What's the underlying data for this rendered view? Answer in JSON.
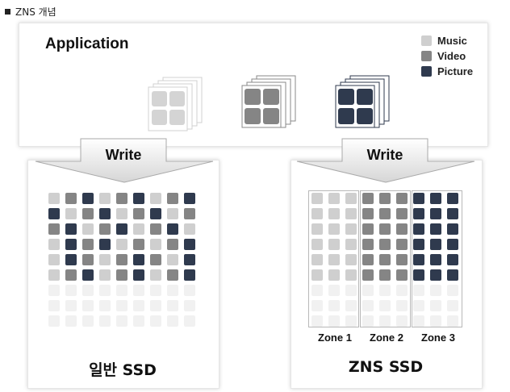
{
  "caption": "ZNS 개념",
  "application": {
    "title": "Application",
    "legend": [
      {
        "label": "Music",
        "color": "#cfcfcf"
      },
      {
        "label": "Video",
        "color": "#858585"
      },
      {
        "label": "Picture",
        "color": "#2f3a4e"
      }
    ]
  },
  "write_labels": [
    "Write",
    "Write"
  ],
  "ssd": {
    "normal_label": "일반 SSD",
    "zns_label": "ZNS SSD",
    "zones": [
      "Zone 1",
      "Zone 2",
      "Zone 3"
    ]
  },
  "colors": {
    "music": "#cfcfcf",
    "video": "#858585",
    "picture": "#2f3a4e",
    "empty": "#f1f1f1"
  },
  "normal_grid": [
    [
      "M",
      "V",
      "P",
      "M",
      "V",
      "P",
      "M",
      "V",
      "P"
    ],
    [
      "P",
      "M",
      "V",
      "P",
      "M",
      "V",
      "P",
      "M",
      "V"
    ],
    [
      "V",
      "P",
      "M",
      "V",
      "P",
      "M",
      "V",
      "P",
      "M"
    ],
    [
      "M",
      "P",
      "V",
      "P",
      "M",
      "V",
      "M",
      "V",
      "P"
    ],
    [
      "M",
      "P",
      "V",
      "M",
      "V",
      "P",
      "V",
      "M",
      "P"
    ],
    [
      "M",
      "V",
      "P",
      "M",
      "V",
      "P",
      "M",
      "V",
      "P"
    ],
    [
      "E",
      "E",
      "E",
      "E",
      "E",
      "E",
      "E",
      "E",
      "E"
    ],
    [
      "E",
      "E",
      "E",
      "E",
      "E",
      "E",
      "E",
      "E",
      "E"
    ],
    [
      "E",
      "E",
      "E",
      "E",
      "E",
      "E",
      "E",
      "E",
      "E"
    ]
  ],
  "zns_grid": [
    [
      "M",
      "M",
      "M",
      "V",
      "V",
      "V",
      "P",
      "P",
      "P"
    ],
    [
      "M",
      "M",
      "M",
      "V",
      "V",
      "V",
      "P",
      "P",
      "P"
    ],
    [
      "M",
      "M",
      "M",
      "V",
      "V",
      "V",
      "P",
      "P",
      "P"
    ],
    [
      "M",
      "M",
      "M",
      "V",
      "V",
      "V",
      "P",
      "P",
      "P"
    ],
    [
      "M",
      "M",
      "M",
      "V",
      "V",
      "V",
      "P",
      "P",
      "P"
    ],
    [
      "M",
      "M",
      "M",
      "V",
      "V",
      "V",
      "P",
      "P",
      "P"
    ],
    [
      "E",
      "E",
      "E",
      "E",
      "E",
      "E",
      "E",
      "E",
      "E"
    ],
    [
      "E",
      "E",
      "E",
      "E",
      "E",
      "E",
      "E",
      "E",
      "E"
    ],
    [
      "E",
      "E",
      "E",
      "E",
      "E",
      "E",
      "E",
      "E",
      "E"
    ]
  ]
}
